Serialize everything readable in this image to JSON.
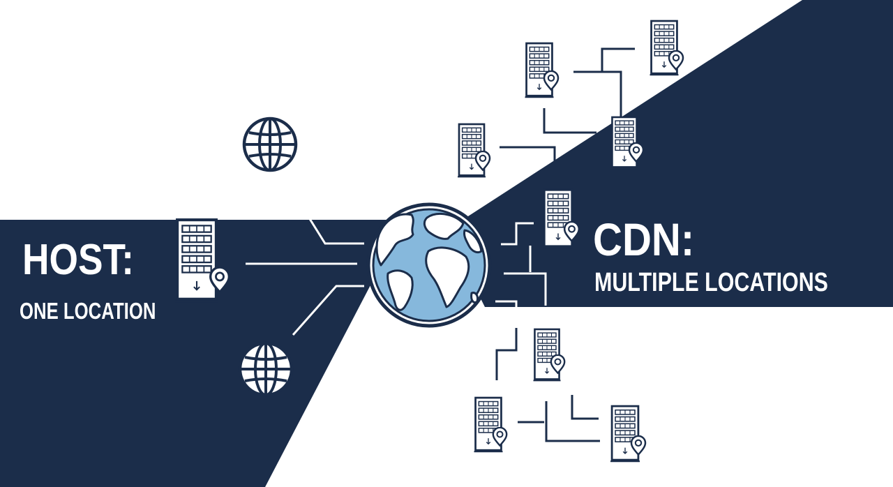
{
  "host": {
    "title": "HOST:",
    "subtitle": "ONE LOCATION"
  },
  "cdn": {
    "title": "CDN:",
    "subtitle": "MULTIPLE LOCATIONS"
  },
  "colors": {
    "navy": "#1b2d4a",
    "white": "#ffffff",
    "ocean": "#86b8dc",
    "land": "#ffffff",
    "line": "#1b2d4a"
  },
  "icons": {
    "globe_small": "globe-icon",
    "earth": "earth-globe-icon",
    "server": "server-rack-icon",
    "pin": "location-pin-icon"
  }
}
